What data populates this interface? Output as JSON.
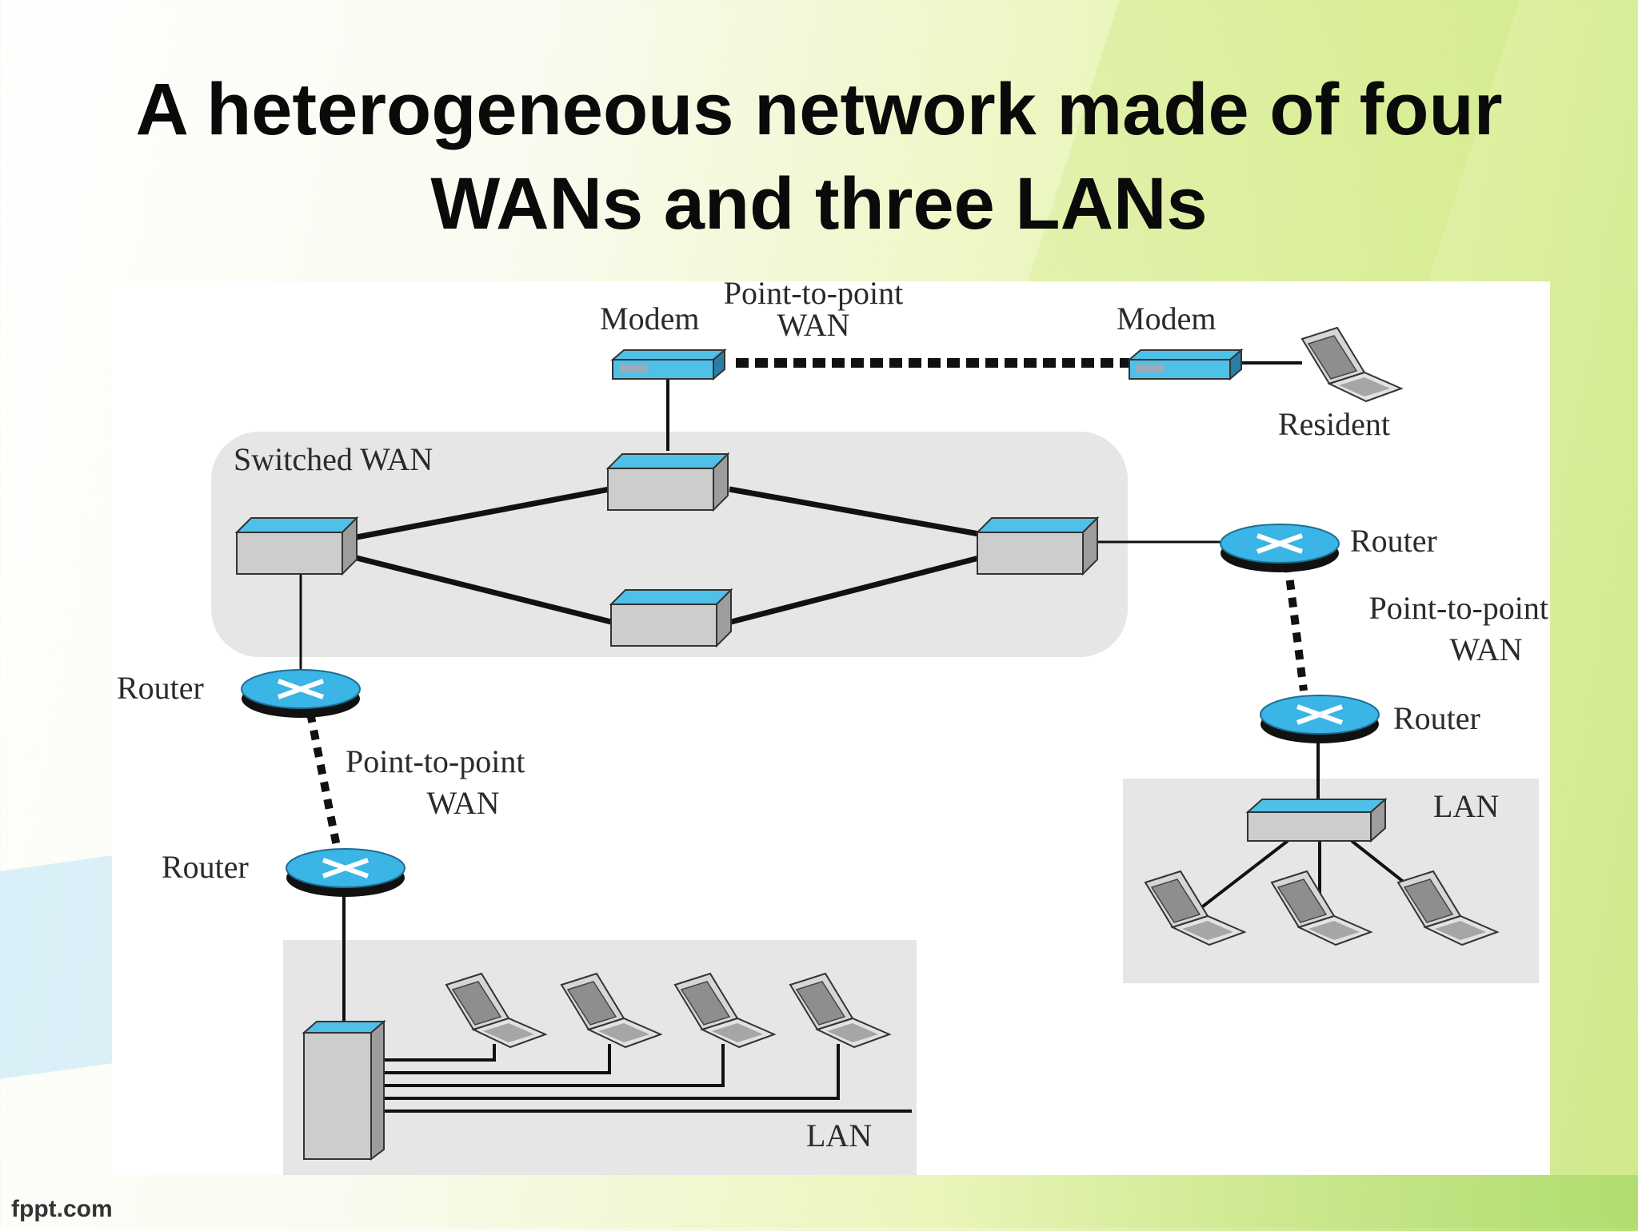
{
  "slide": {
    "title_line1": "A heterogeneous network made of four",
    "title_line2": "WANs and three LANs",
    "footer": "fppt.com"
  },
  "diagram": {
    "top_wan": {
      "modem_left": "Modem",
      "modem_right": "Modem",
      "label_line1": "Point-to-point",
      "label_line2": "WAN",
      "resident": "Resident"
    },
    "switched_wan": {
      "label": "Switched WAN"
    },
    "left_chain": {
      "router_top": "Router",
      "router_bottom": "Router",
      "label_line1": "Point-to-point",
      "label_line2": "WAN"
    },
    "right_chain": {
      "router_top": "Router",
      "router_bottom": "Router",
      "label_line1": "Point-to-point",
      "label_line2": "WAN"
    },
    "lan_bottom": {
      "label": "LAN"
    },
    "lan_right": {
      "label": "LAN"
    }
  },
  "colors": {
    "device_blue": "#4fc0e8",
    "router_blue": "#3bb4e6",
    "device_gray": "#cfcfcf",
    "region_gray": "#e6e6e6"
  }
}
